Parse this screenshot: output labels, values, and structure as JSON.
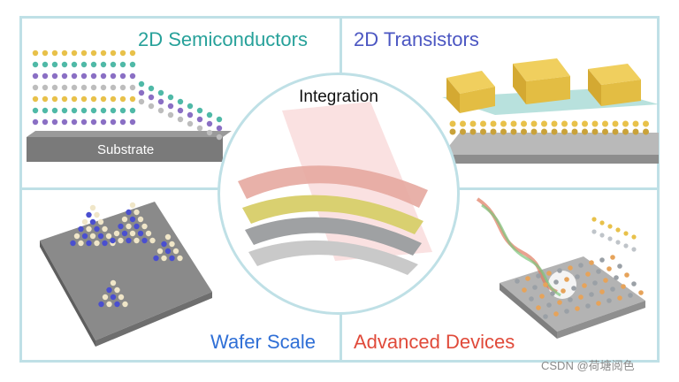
{
  "panels": {
    "top_left": {
      "title": "2D Semiconductors",
      "substrate_label": "Substrate",
      "color": "#27a19a"
    },
    "top_right": {
      "title": "2D Transistors",
      "color": "#4b56c2"
    },
    "bottom_left": {
      "title": "Wafer Scale",
      "color": "#2f6fd6"
    },
    "bottom_right": {
      "title": "Advanced Devices",
      "color": "#e04a3a"
    }
  },
  "center": {
    "title": "Integration"
  },
  "watermark": "CSDN @荷塘阅色",
  "colors": {
    "frame": "#bfe0e6",
    "gold": "#e8c14a",
    "teal": "#4fb9a7",
    "purple": "#8a6fc4"
  }
}
